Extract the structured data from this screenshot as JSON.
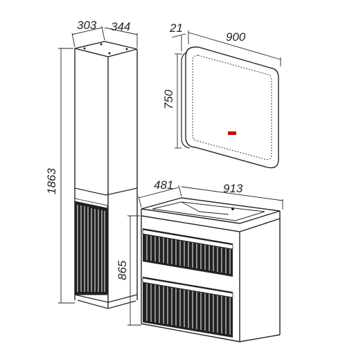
{
  "dimensions": {
    "tall_cabinet_depth": "303",
    "tall_cabinet_width": "344",
    "tall_cabinet_height": "1863",
    "mirror_depth": "21",
    "mirror_width": "900",
    "mirror_height": "750",
    "vanity_depth": "481",
    "vanity_width": "913",
    "vanity_height": "865"
  },
  "colors": {
    "line": "#222222",
    "background": "#ffffff",
    "mirror_indicator": "#cc0000"
  }
}
